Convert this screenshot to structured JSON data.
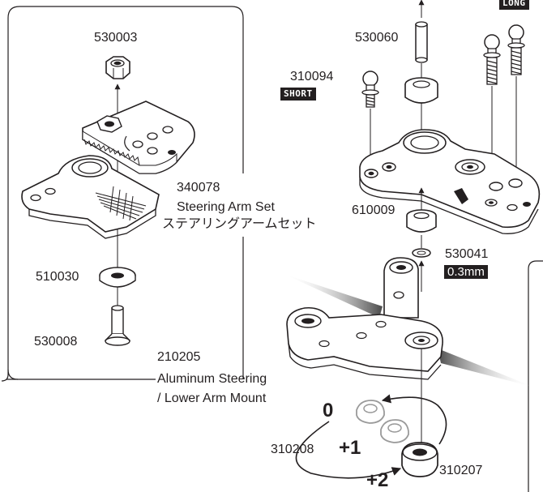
{
  "parts": {
    "nut": "530003",
    "arm_set_number": "340078",
    "arm_set_name_en": "Steering Arm Set",
    "arm_set_name_jp": "ステアリングアームセット",
    "washer_left": "510030",
    "screw_left": "530008",
    "mount_number": "210205",
    "mount_name_line1": "Aluminum Steering",
    "mount_name_line2": "/ Lower Arm Mount",
    "pin_top": "530060",
    "ball_short": "310094",
    "bearing": "610009",
    "shim": "530041",
    "insert_a": "310208",
    "insert_b": "310207"
  },
  "tags": {
    "short": "SHORT",
    "long": "LONG",
    "thickness": "0.3mm"
  },
  "offsets": {
    "zero": "0",
    "plus_one": "+1",
    "plus_two": "+2"
  },
  "colors": {
    "ink": "#231f20",
    "part_fill": "#ffffff",
    "shade": "#3a3a3a"
  }
}
